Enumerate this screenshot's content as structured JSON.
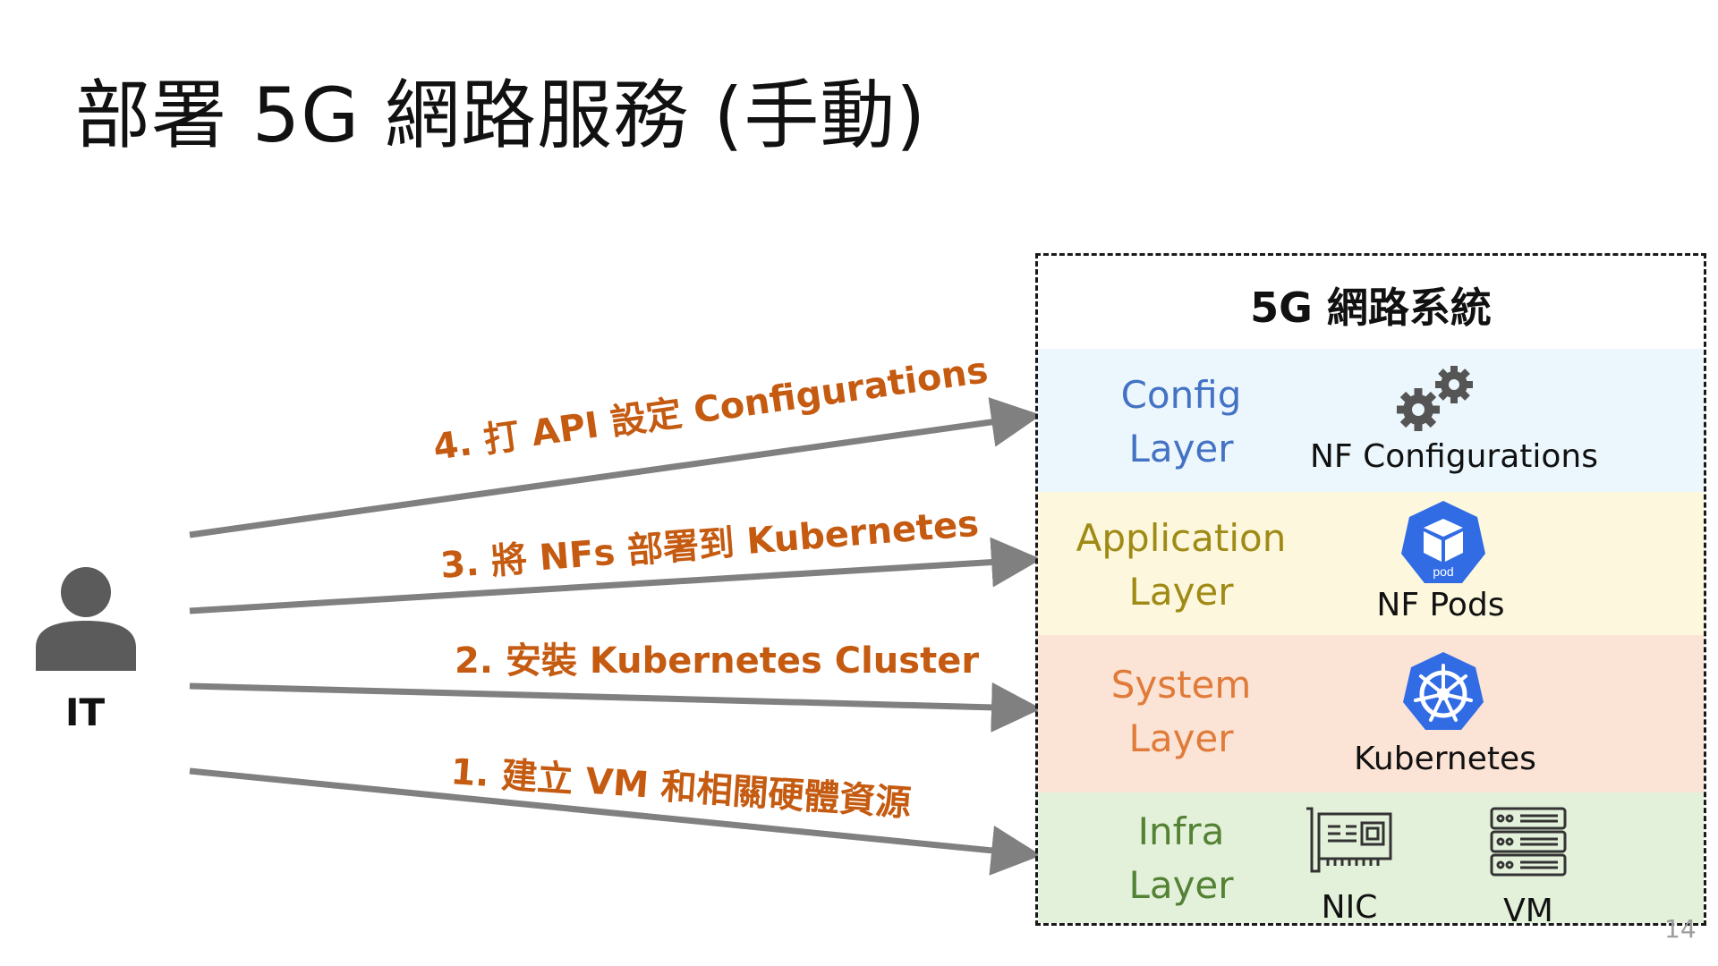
{
  "title": "部署 5G 網路服務 (手動)",
  "actor": {
    "label": "IT",
    "icon": "person-icon"
  },
  "steps": [
    {
      "label": "4. 打 API 設定 Configurations",
      "target": "config"
    },
    {
      "label": "3. 將 NFs 部署到 Kubernetes",
      "target": "application"
    },
    {
      "label": "2. 安裝 Kubernetes Cluster",
      "target": "system"
    },
    {
      "label": "1. 建立 VM 和相關硬體資源",
      "target": "infra"
    }
  ],
  "system": {
    "title": "5G 網路系統",
    "layers": [
      {
        "id": "config",
        "name_line1": "Config",
        "name_line2": "Layer",
        "color": "#ebf7fc",
        "text_color": "#4472c4",
        "components": [
          {
            "label": "NF Configurations",
            "icon": "gears-icon"
          }
        ]
      },
      {
        "id": "application",
        "name_line1": "Application",
        "name_line2": "Layer",
        "color": "#fdf8dd",
        "text_color": "#a08a16",
        "components": [
          {
            "label": "NF Pods",
            "icon": "pod-icon",
            "icon_text": "pod"
          }
        ]
      },
      {
        "id": "system",
        "name_line1": "System",
        "name_line2": "Layer",
        "color": "#fbe3d6",
        "text_color": "#e07b39",
        "components": [
          {
            "label": "Kubernetes",
            "icon": "kubernetes-helm-icon"
          }
        ]
      },
      {
        "id": "infra",
        "name_line1": "Infra",
        "name_line2": "Layer",
        "color": "#e3f0da",
        "text_color": "#548235",
        "components": [
          {
            "label": "NIC",
            "icon": "nic-card-icon"
          },
          {
            "label": "VM",
            "icon": "server-rack-icon"
          }
        ]
      }
    ]
  },
  "colors": {
    "arrow": "#808080",
    "step_text": "#c55a11",
    "k8s_blue": "#326ce5"
  },
  "page_number": "14"
}
